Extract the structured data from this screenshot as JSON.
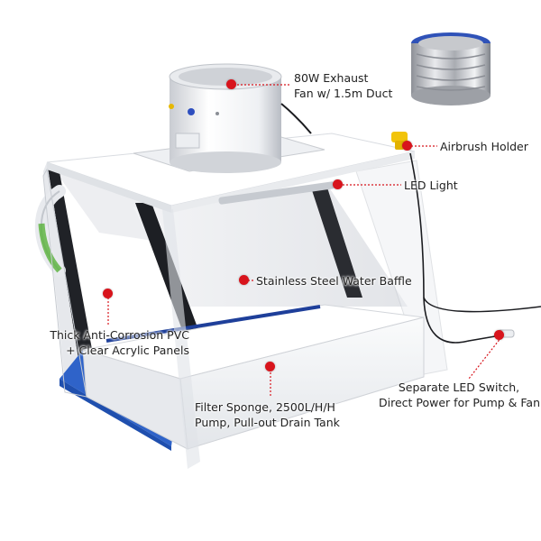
{
  "colors": {
    "marker": "#d8141c",
    "panel_white": "#f4f5f7",
    "sponge_blue": "#2f63c9",
    "holder_yellow": "#f2c40a"
  },
  "callouts": {
    "exhaust_fan": [
      "80W Exhaust",
      "Fan w/ 1.5m Duct"
    ],
    "airbrush_holder": "Airbrush Holder",
    "led_light": "LED Light",
    "water_baffle": "Stainless Steel Water Baffle",
    "panels": [
      "Thick Anti-Corrosion PVC",
      "+ Clear Acrylic Panels"
    ],
    "switch": [
      "Separate LED Switch,",
      "Direct Power for Pump & Fan"
    ],
    "sponge_pump": [
      "Filter Sponge, 2500L/H/H",
      "Pump, Pull-out Drain Tank"
    ]
  }
}
